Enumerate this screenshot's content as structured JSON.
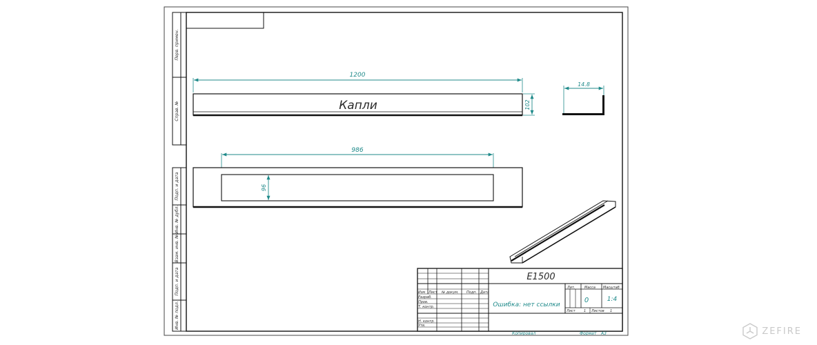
{
  "part_label": "Капли",
  "dimensions": {
    "overall_length": "1200",
    "overall_height": "102",
    "profile_width": "14.8",
    "slot_length": "986",
    "slot_height": "96"
  },
  "side_labels": [
    "Перв. примен.",
    "Справ. №",
    "Подп. и дата",
    "Инв. № дубл.",
    "Взам. инв. №",
    "Подп. и дата",
    "Инв. № подл."
  ],
  "title_block": {
    "designation": "E1500",
    "name": "Ошибка: нет ссылки",
    "col_headers": [
      "Изм",
      "Лист",
      "№ докум.",
      "Подп.",
      "Дата"
    ],
    "roles": [
      "Разраб.",
      "Пров.",
      "Т. контр.",
      "",
      "Н. контр.",
      "Утв."
    ],
    "lit_label": "Лит.",
    "mass_label": "Масса",
    "scale_label": "Масштаб",
    "mass_value": "0",
    "scale_value": "1:4",
    "sheet_label": "Лист",
    "sheet_value": "1",
    "sheets_label": "Листов",
    "sheets_value": "1",
    "copied_label": "Копировал",
    "format_label": "Формат",
    "format_value": "A3"
  },
  "brand": {
    "name": "ZEFIRE",
    "icon": "zefire-logo-icon"
  },
  "colors": {
    "line": "#1a1a1a",
    "dimension": "#1f8a8a",
    "brand": "#c9c9c9"
  }
}
